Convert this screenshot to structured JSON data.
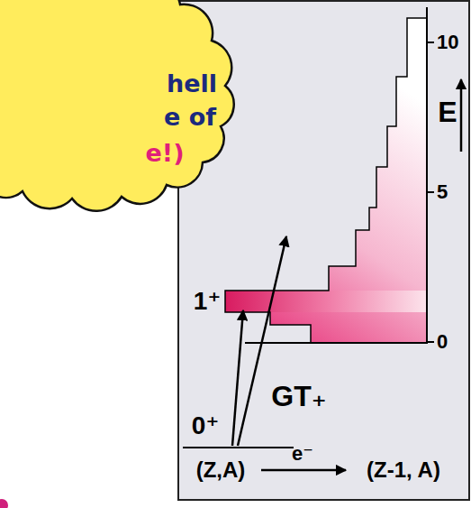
{
  "diagram": {
    "nodes": [
      {
        "text": [
          "hell",
          "e of",
          "e!)"
        ]
      },
      {
        "text": [
          "10",
          "E",
          "5",
          "1⁺",
          "0",
          "GT₊",
          "0⁺",
          "(Z,A)",
          "e⁻",
          "(Z-1, A)"
        ]
      }
    ]
  }
}
